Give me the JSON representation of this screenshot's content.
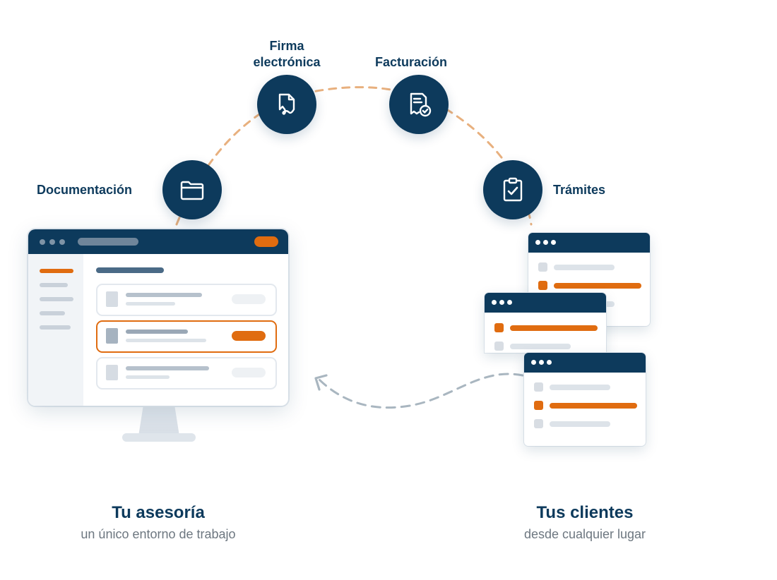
{
  "features": [
    {
      "id": "documentacion",
      "label": "Documentación",
      "icon": "folder-icon"
    },
    {
      "id": "firma",
      "label_line1": "Firma",
      "label_line2": "electrónica",
      "icon": "signed-document-icon"
    },
    {
      "id": "facturacion",
      "label": "Facturación",
      "icon": "invoice-check-icon"
    },
    {
      "id": "tramites",
      "label": "Trámites",
      "icon": "clipboard-check-icon"
    }
  ],
  "left_caption": {
    "title": "Tu asesoría",
    "subtitle": "un único entorno de trabajo"
  },
  "right_caption": {
    "title": "Tus clientes",
    "subtitle": "desde cualquier lugar"
  },
  "colors": {
    "navy": "#0d3a5c",
    "orange": "#e06c10",
    "arc_dashed": "#e8b07e",
    "flow_dashed": "#a9b6c0",
    "muted_bar": "#c9d1da"
  }
}
